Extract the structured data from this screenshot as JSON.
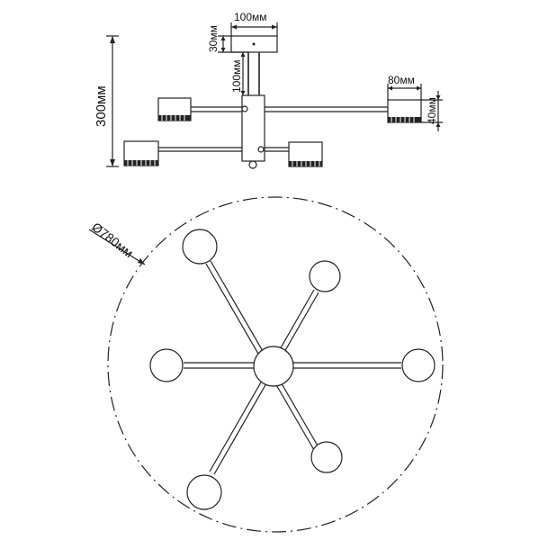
{
  "dimensions": {
    "total_height": "300мм",
    "canopy_width": "100мм",
    "canopy_height": "30мм",
    "rod_length": "100мм",
    "shade_width": "80мм",
    "shade_height": "40мм",
    "diameter": "Ø780мм"
  }
}
